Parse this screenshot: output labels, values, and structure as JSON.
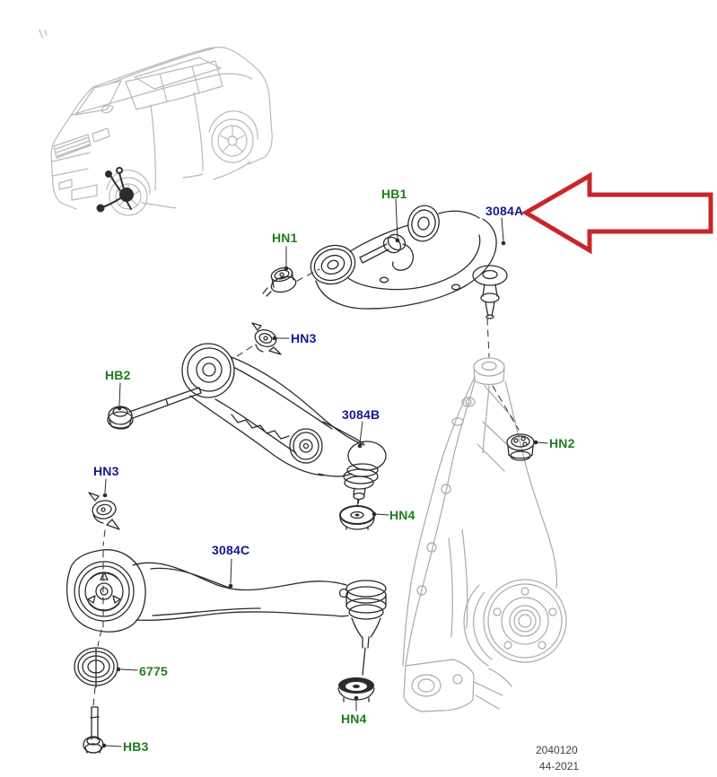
{
  "diagram_type": "exploded-parts-diagram",
  "subject": "front-suspension-control-arms",
  "colors": {
    "background": "#ffffff",
    "label_green": "#1f7d1f",
    "label_navy": "#17178f",
    "arrow_red": "#c9252b",
    "line_dark": "#2b2b2b",
    "line_light": "#b9b9b9",
    "knuckle_gray": "#a9a9a9",
    "footer_text": "#414141"
  },
  "highlight_arrow": {
    "shape": "block-arrow-left",
    "color": "#c9252b",
    "points_to_label": "3084A"
  },
  "labels": [
    {
      "text": "HB1",
      "color": "green"
    },
    {
      "text": "3084A",
      "color": "navy"
    },
    {
      "text": "HN1",
      "color": "green"
    },
    {
      "text": "HN3",
      "color": "navy"
    },
    {
      "text": "HB2",
      "color": "green"
    },
    {
      "text": "3084B",
      "color": "navy"
    },
    {
      "text": "HN4",
      "color": "green"
    },
    {
      "text": "HN2",
      "color": "green"
    },
    {
      "text": "HN3",
      "color": "navy"
    },
    {
      "text": "3084C",
      "color": "navy"
    },
    {
      "text": "6775",
      "color": "green"
    },
    {
      "text": "HB3",
      "color": "green"
    },
    {
      "text": "HN4",
      "color": "green"
    }
  ],
  "footer": {
    "catalog_number": "2040120",
    "issue_code": "44-2021"
  }
}
